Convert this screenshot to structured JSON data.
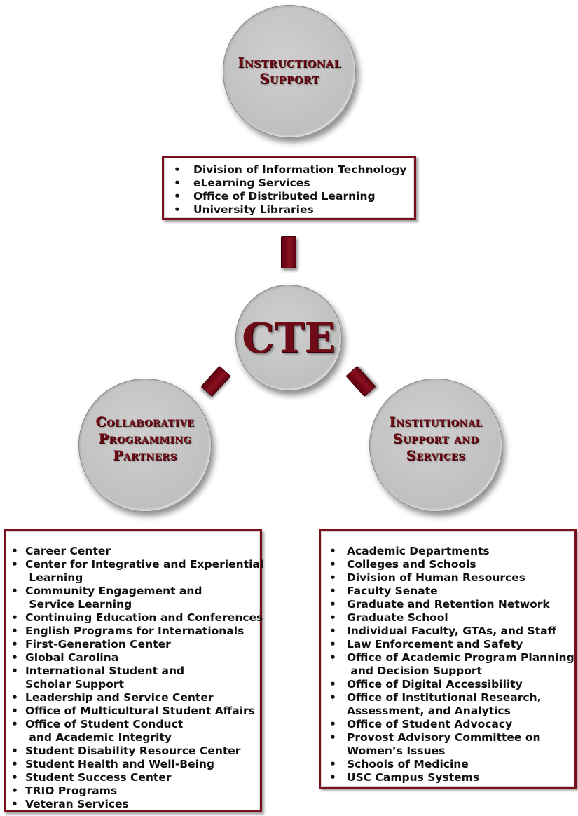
{
  "colors": {
    "accent_maroon": "#7a0e1a",
    "circle_gray": "#c6c6c6",
    "text_dark": "#111111",
    "background": "#ffffff"
  },
  "center": {
    "label": "CTE"
  },
  "instructional_support": {
    "title_lines": [
      "Instructional",
      "Support"
    ],
    "items": [
      "Division of Information Technology",
      "eLearning Services",
      "Office of Distributed Learning",
      "University Libraries"
    ]
  },
  "collaborative_programming_partners": {
    "title_lines": [
      "Collaborative",
      "Programming",
      "Partners"
    ],
    "items": [
      "Career Center",
      "Center for Integrative and Experiential\n Learning",
      "Community Engagement and\n Service Learning",
      "Continuing Education and Conferences",
      "English Programs for Internationals",
      "First-Generation Center",
      "Global Carolina",
      "International Student and\nScholar Support",
      "Leadership and Service Center",
      "Office of Multicultural Student Affairs",
      "Office of Student Conduct\n and Academic Integrity",
      "Student Disability Resource Center",
      "Student Health and Well-Being",
      "Student Success Center",
      "TRIO Programs",
      "Veteran Services"
    ]
  },
  "institutional_support_and_services": {
    "title_lines": [
      "Institutional",
      "Support and",
      "Services"
    ],
    "items": [
      "Academic Departments",
      "Colleges and Schools",
      "Division of Human Resources",
      "Faculty Senate",
      "Graduate and Retention Network",
      "Graduate School",
      "Individual Faculty, GTAs, and Staff",
      "Law Enforcement and Safety",
      "Office of Academic Program Planning\n and Decision Support",
      "Office of Digital Accessibility",
      "Office of Institutional Research,\nAssessment, and Analytics",
      "Office of Student Advocacy",
      "Provost Advisory Committee on\nWomen’s Issues",
      "Schools of Medicine",
      "USC Campus Systems"
    ]
  },
  "bullet_glyph": "•"
}
